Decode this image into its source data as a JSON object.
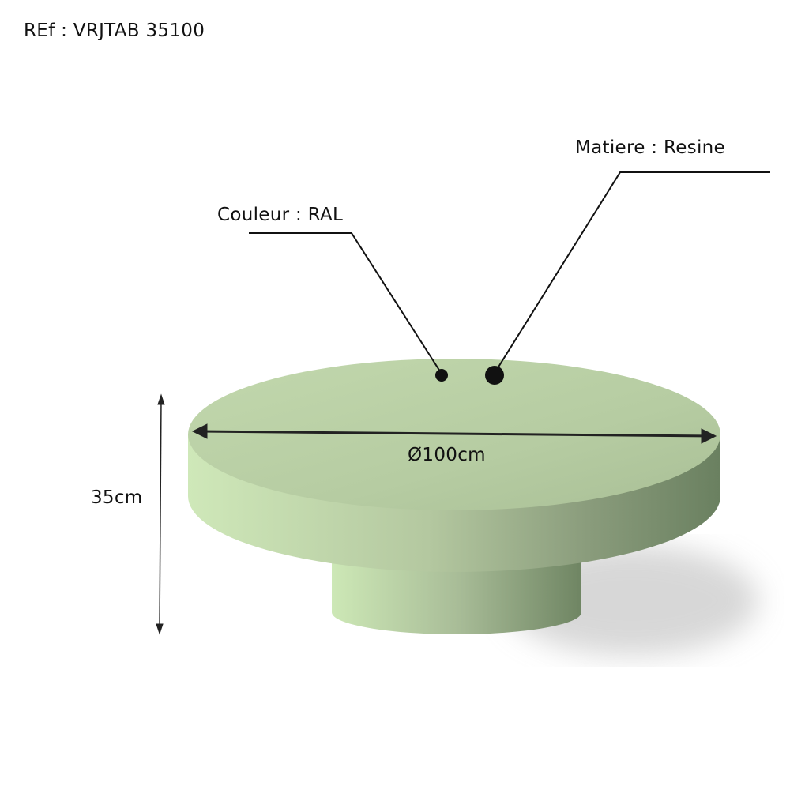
{
  "reference": "REf : VRJTAB 35100",
  "labels": {
    "color": "Couleur : RAL",
    "material": "Matiere : Resine",
    "diameter": "Ø100cm",
    "height": "35cm"
  },
  "colors": {
    "table_light": "#c9e2b4",
    "table_mid": "#b4c8a0",
    "table_dark": "#6f8563",
    "line": "#111111"
  }
}
